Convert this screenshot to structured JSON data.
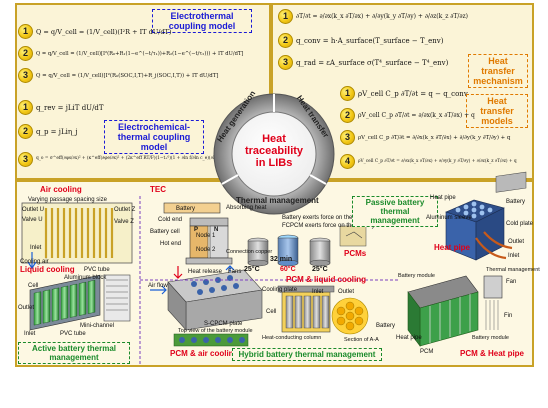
{
  "center": {
    "title_line1": "Heat",
    "title_line2": "traceability",
    "title_line3": "in LIBs",
    "ring_labels": [
      "Heat generation",
      "Heat transfer",
      "Thermal management"
    ]
  },
  "top_left": {
    "electrothermal_title": "Electrothermal coupling model",
    "electrochemical_title": "Electrochemical-thermal coupling model",
    "equations": [
      "Q = q/V_cell = (1/V_cell)(I²R + IT dU/dT)",
      "Q = q/V_cell = (1/V_cell)[I²(R₀+R₁(1−e^(−t/τ₁))+R₂(1−e^(−t/τ₂))) + IT dU/dT]",
      "Q = q/V_cell = (1/V_cell)[I²(R₀(SOC,I,T)+R_j(SOC,I,T)) + IT dU/dT]",
      "q_rev = jLiT dU/dT",
      "q_p = jLiη_j",
      "q_o = σ^eff(∂φs/∂x)² + (κ^eff(∂φe/∂x)² + (2κ^eff RT/F)(1−t₊⁰)(1 + ∂ln f/∂ln c_e)(∂ln c_e/∂x)(∂φe/∂x))"
    ],
    "numbers": [
      "1",
      "2",
      "3",
      "1",
      "2",
      "3"
    ]
  },
  "top_right": {
    "mechanism_title": "Heat transfer mechanism",
    "models_title": "Heat transfer models",
    "equations": [
      "∂T/∂t = ∂/∂x(k_x ∂T/∂x) + ∂/∂y(k_y ∂T/∂y) + ∂/∂z(k_z ∂T/∂z)",
      "q_conv = h·A_surface(T_surface − T_env)",
      "q_rad = εA_surface σ(T⁴_surface − T⁴_env)",
      "ρV_cell C_p ∂T/∂t = q − q_conv",
      "ρV_cell C_p ∂T/∂t = ∂/∂x(k_x ∂T/∂x) + q",
      "ρV_cell C_p ∂T/∂t = ∂/∂x(k_x ∂T/∂x) + ∂/∂y(k_y ∂T/∂y) + q",
      "ρV_cell C_p ∂T/∂t = ∂/∂x(k_x ∂T/∂x) + ∂/∂y(k_y ∂T/∂y) + ∂/∂z(k_z ∂T/∂z) + q"
    ],
    "numbers": [
      "1",
      "2",
      "3",
      "1",
      "2",
      "3",
      "4"
    ]
  },
  "bottom": {
    "air_cooling": {
      "title": "Air cooling",
      "labels": [
        "Varying passage spacing size",
        "Outlet U",
        "Outlet Z",
        "Valve U",
        "Valve Z",
        "Inlet",
        "Cooling air"
      ]
    },
    "liquid_cooling": {
      "title": "Liquid cooling",
      "labels": [
        "PVC tube",
        "Aluminum block",
        "Cell",
        "Outlet",
        "Inlet",
        "Mini-channel",
        "PVC tube"
      ]
    },
    "active_title": "Active battery thermal management",
    "tec": {
      "title": "TEC",
      "labels": [
        "Battery",
        "Absorbing heat",
        "Cold end",
        "Battery cell",
        "Hot end",
        "Node 1",
        "Node 2",
        "P",
        "N",
        "Connection copper",
        "Heat release"
      ]
    },
    "fcpcm": {
      "labels": [
        "Battery exerts force on the FCPCM",
        "FCPCM exerts force on the battery"
      ],
      "temps": [
        "25°C",
        "32 min",
        "60°C",
        "25°C"
      ],
      "pcm_label": "PCMs"
    },
    "passive_title": "Passive battery thermal management",
    "heat_pipe": {
      "title": "Heat pipe",
      "labels": [
        "Heat pipe",
        "Battery",
        "Aluminum sleeve",
        "Cold plate",
        "Outlet",
        "Inlet"
      ]
    },
    "pcm_air": {
      "title": "PCM & air cooling",
      "labels": [
        "Air flow",
        "Fans",
        "S-CPCM plate",
        "Top view of the battery module"
      ]
    },
    "pcm_liquid": {
      "title": "PCM & liquid cooling",
      "labels": [
        "Cooling plate",
        "Cell",
        "Outlet",
        "Inlet",
        "Heat-conducting column",
        "Section of A-A"
      ]
    },
    "pcm_pipe": {
      "title": "PCM & Heat pipe",
      "labels": [
        "Battery module",
        "Thermal management",
        "Fan",
        "Battery",
        "Heat pipe",
        "Fin",
        "PCM",
        "Battery module"
      ]
    },
    "hybrid_title": "Hybrid battery thermal management"
  },
  "colors": {
    "panel_border": "#c9a227",
    "panel_bg": "#fbf4d7",
    "blue_title": "#1a1ad6",
    "orange_title": "#e07a00",
    "red_label": "#e0001a",
    "green_label": "#1a8a2a",
    "center_title": "#e0001a"
  }
}
